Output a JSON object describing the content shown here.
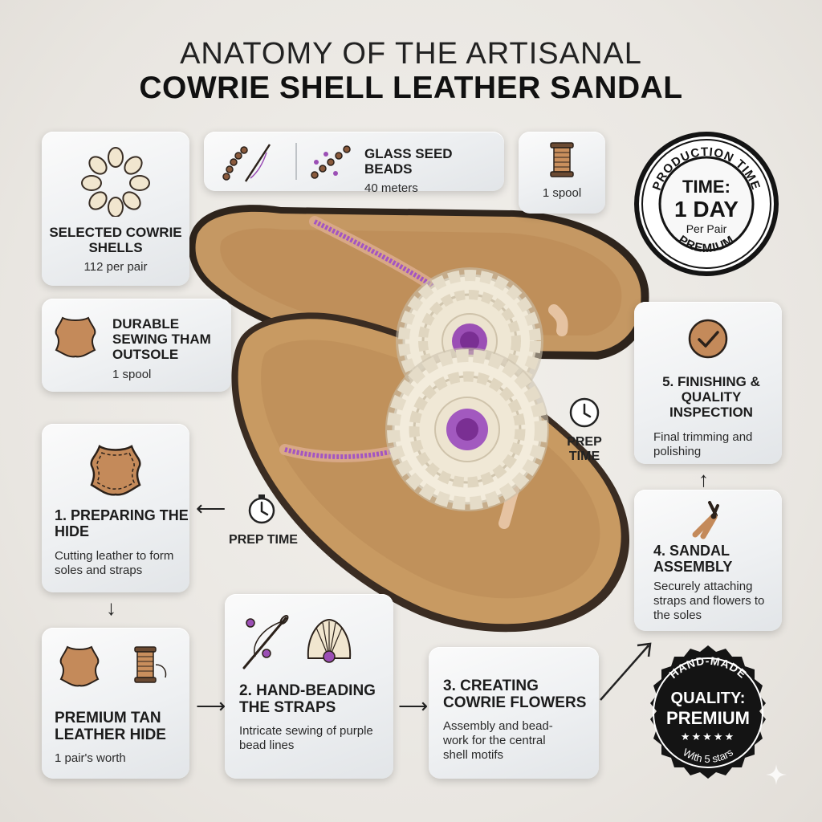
{
  "title": {
    "line1": "ANATOMY OF THE ARTISANAL",
    "line2": "COWRIE SHELL LEATHER SANDAL"
  },
  "materials": {
    "cowrie": {
      "title": "SELECTED COWRIE SHELLS",
      "detail": "112 per pair",
      "icon": "cowrie-ring-icon"
    },
    "beads": {
      "title": "GLASS SEED BEADS",
      "detail": "40 meters",
      "icon": "beading-needle-icon"
    },
    "thread": {
      "detail": "1 spool",
      "icon": "thread-spool-icon"
    },
    "outsole": {
      "title": "DURABLE SEWING THAM OUTSOLE",
      "detail": "1 spool",
      "icon": "leather-hide-icon"
    },
    "leather": {
      "title": "PREMIUM TAN LEATHER HIDE",
      "detail": "1 pair's worth",
      "icon": "leather-and-thread-icon"
    }
  },
  "badges": {
    "production": {
      "arc_top": "PRODUCTION TIME",
      "label": "TIME:",
      "value": "1 DAY",
      "unit": "Per Pair",
      "arc_bottom": "PREMIUM"
    },
    "quality": {
      "arc_top": "HAND-MADE",
      "label": "QUALITY:",
      "value": "PREMIUM",
      "stars": "★★★★★",
      "rating": 5,
      "arc_bottom": "With 5 stars"
    }
  },
  "steps": [
    {
      "title": "1. PREPARING THE HIDE",
      "detail": "Cutting leather to form soles and straps",
      "icon": "stitched-hide-icon"
    },
    {
      "title": "2. HAND-BEADING THE STRAPS",
      "detail": "Intricate sewing of purple bead lines",
      "icon": "needle-and-shell-icon"
    },
    {
      "title": "3. CREATING COWRIE FLOWERS",
      "detail": "Assembly and bead-work for the central shell motifs"
    },
    {
      "title": "4. SANDAL ASSEMBLY",
      "detail": "Securely attaching straps and flowers to the soles",
      "icon": "pliers-icon"
    },
    {
      "title": "5. FINISHING & QUALITY INSPECTION",
      "detail": "Final trimming and polishing",
      "icon": "check-circle-icon"
    }
  ],
  "prep_labels": [
    "PREP TIME",
    "PREP TIME"
  ],
  "colors": {
    "leather": "#c0925c",
    "purple": "#9b4fb5",
    "shell": "#f3ecdc",
    "badge_dark": "#141414"
  }
}
